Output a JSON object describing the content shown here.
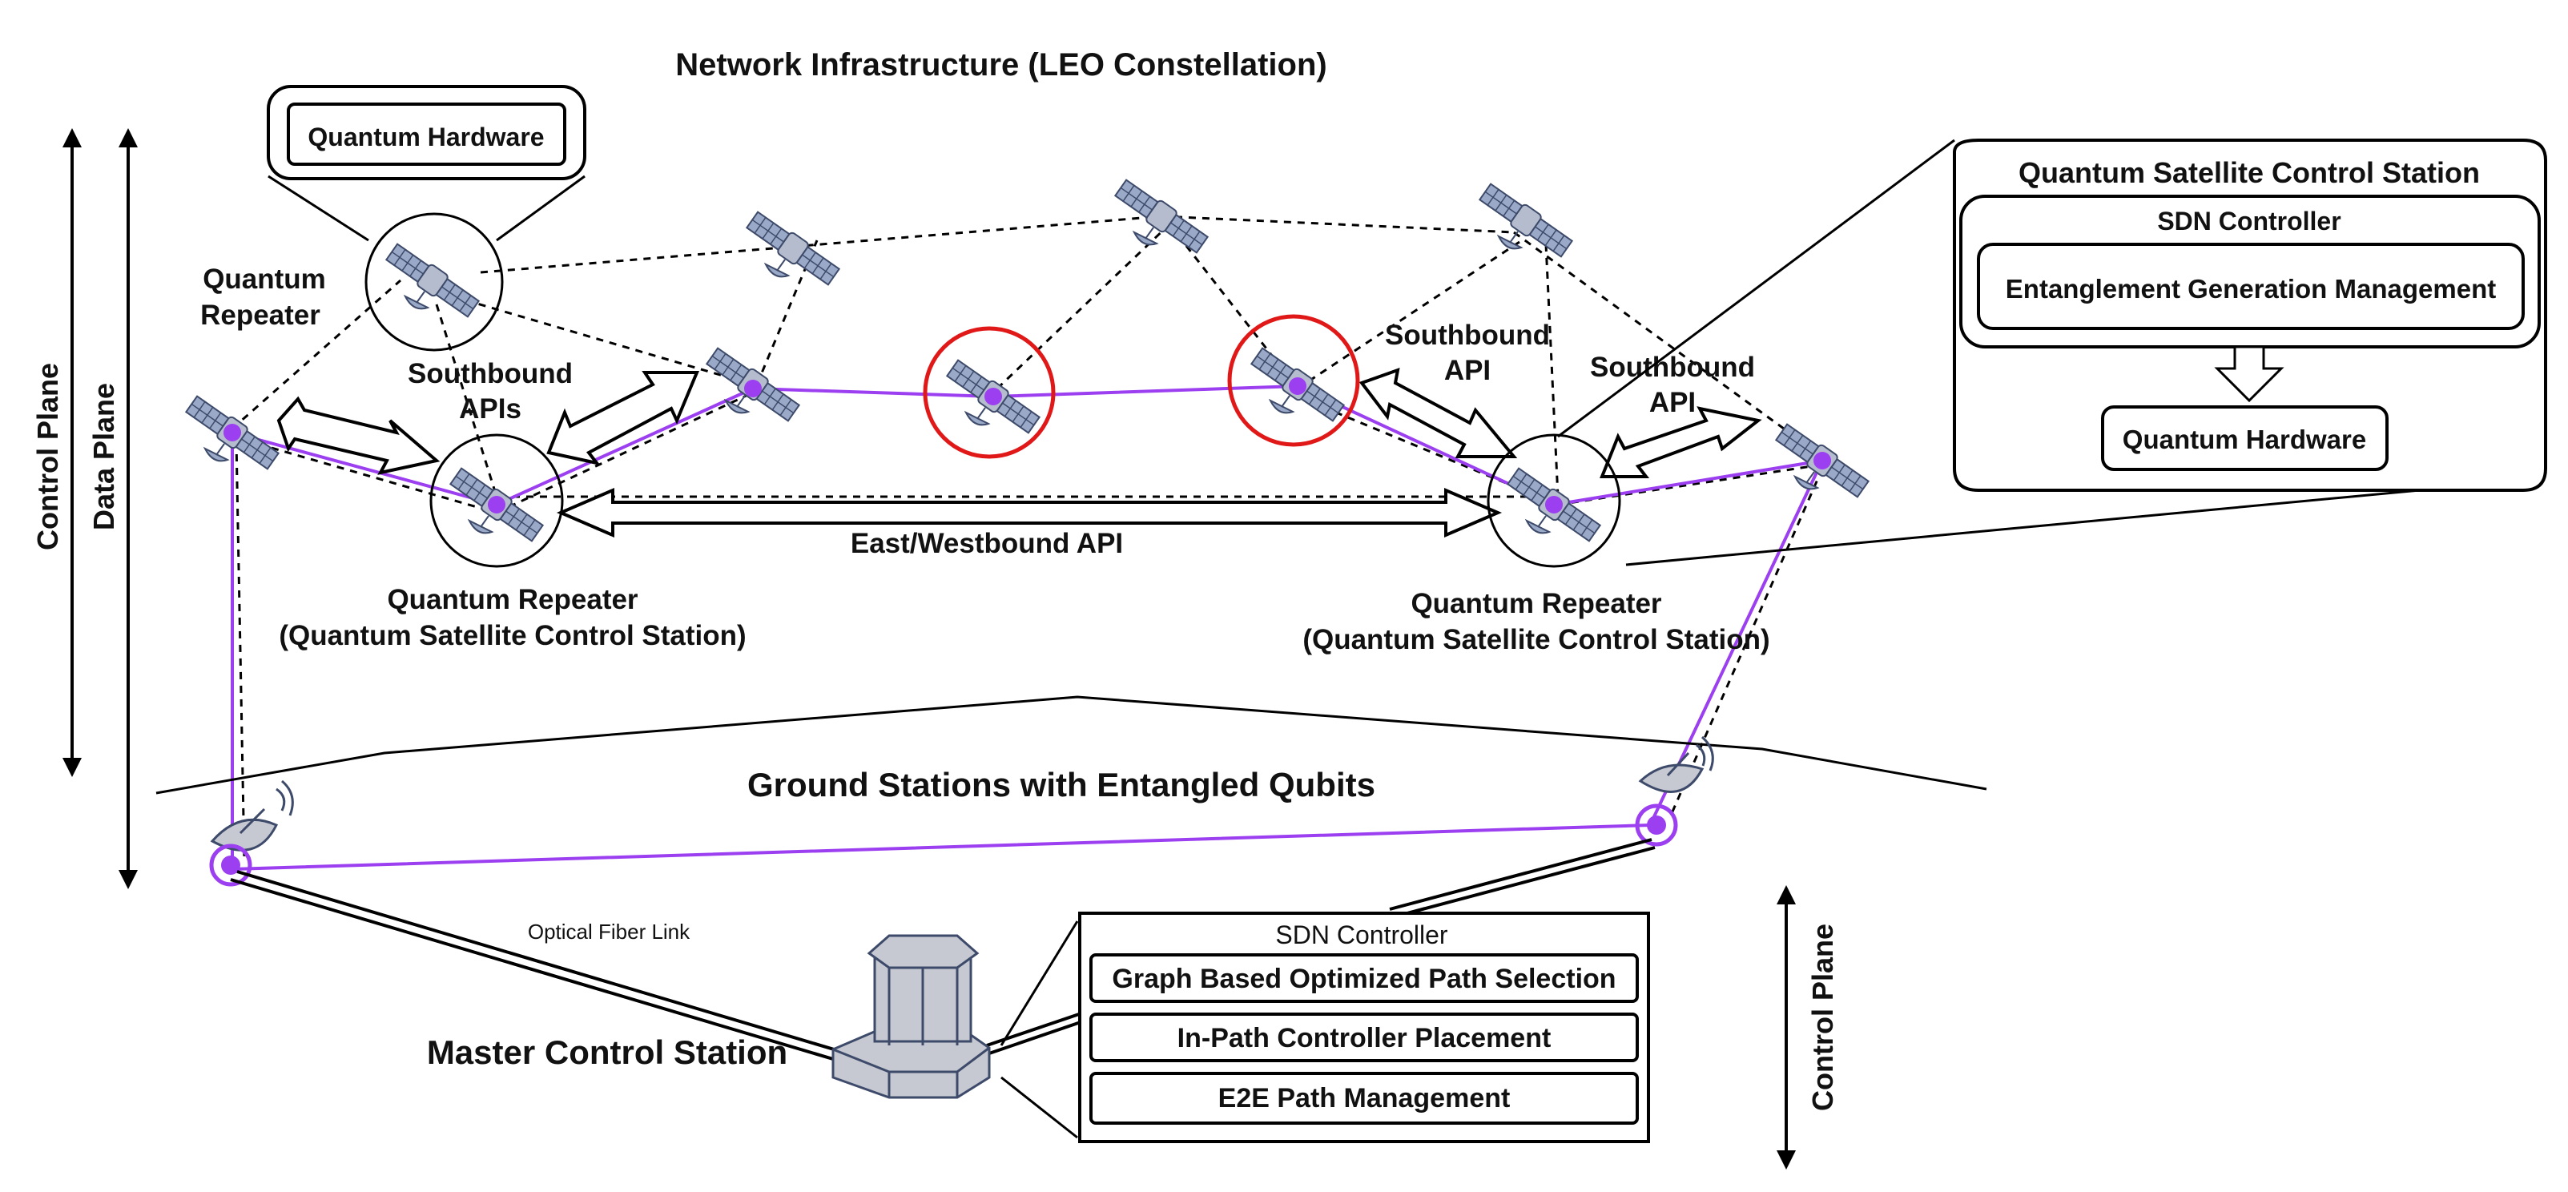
{
  "title": "Network Infrastructure (LEO Constellation)",
  "labels": {
    "quantum_hardware_callout": "Quantum Hardware",
    "quantum_repeater_line1": "Quantum",
    "quantum_repeater_line2": "Repeater",
    "southbound_apis_line1": "Southbound",
    "southbound_apis_line2": "APIs",
    "southbound_api_mid_line1": "Southbound",
    "southbound_api_mid_line2": "API",
    "southbound_api_right_line1": "Southbound",
    "southbound_api_right_line2": "API",
    "east_west_api": "East/Westbound API",
    "left_repeater_line1": "Quantum Repeater",
    "left_repeater_line2": "(Quantum Satellite Control Station)",
    "right_repeater_line1": "Quantum Repeater",
    "right_repeater_line2": "(Quantum Satellite Control Station)",
    "ground_stations": "Ground Stations with Entangled Qubits",
    "optical_fiber": "Optical Fiber Link",
    "master_control": "Master Control Station",
    "control_plane_left": "Control Plane",
    "data_plane": "Data Plane",
    "control_plane_right": "Control Plane"
  },
  "qscs_panel": {
    "title": "Quantum Satellite Control Station",
    "sdn_controller": "SDN Controller",
    "entanglement": "Entanglement Generation Management",
    "hardware": "Quantum Hardware"
  },
  "master_panel": {
    "sdn_controller": "SDN Controller",
    "rows": [
      "Graph Based Optimized Path Selection",
      "In-Path Controller Placement",
      "E2E Path Management"
    ]
  },
  "colors": {
    "quantum_link": "#9b3ff0",
    "node": "#9b3ff0",
    "highlight_ring": "#e01818",
    "satellite_panel": "#9aa9c8",
    "satellite_body": "#b5bccd",
    "tower": "#c6c9d2"
  }
}
